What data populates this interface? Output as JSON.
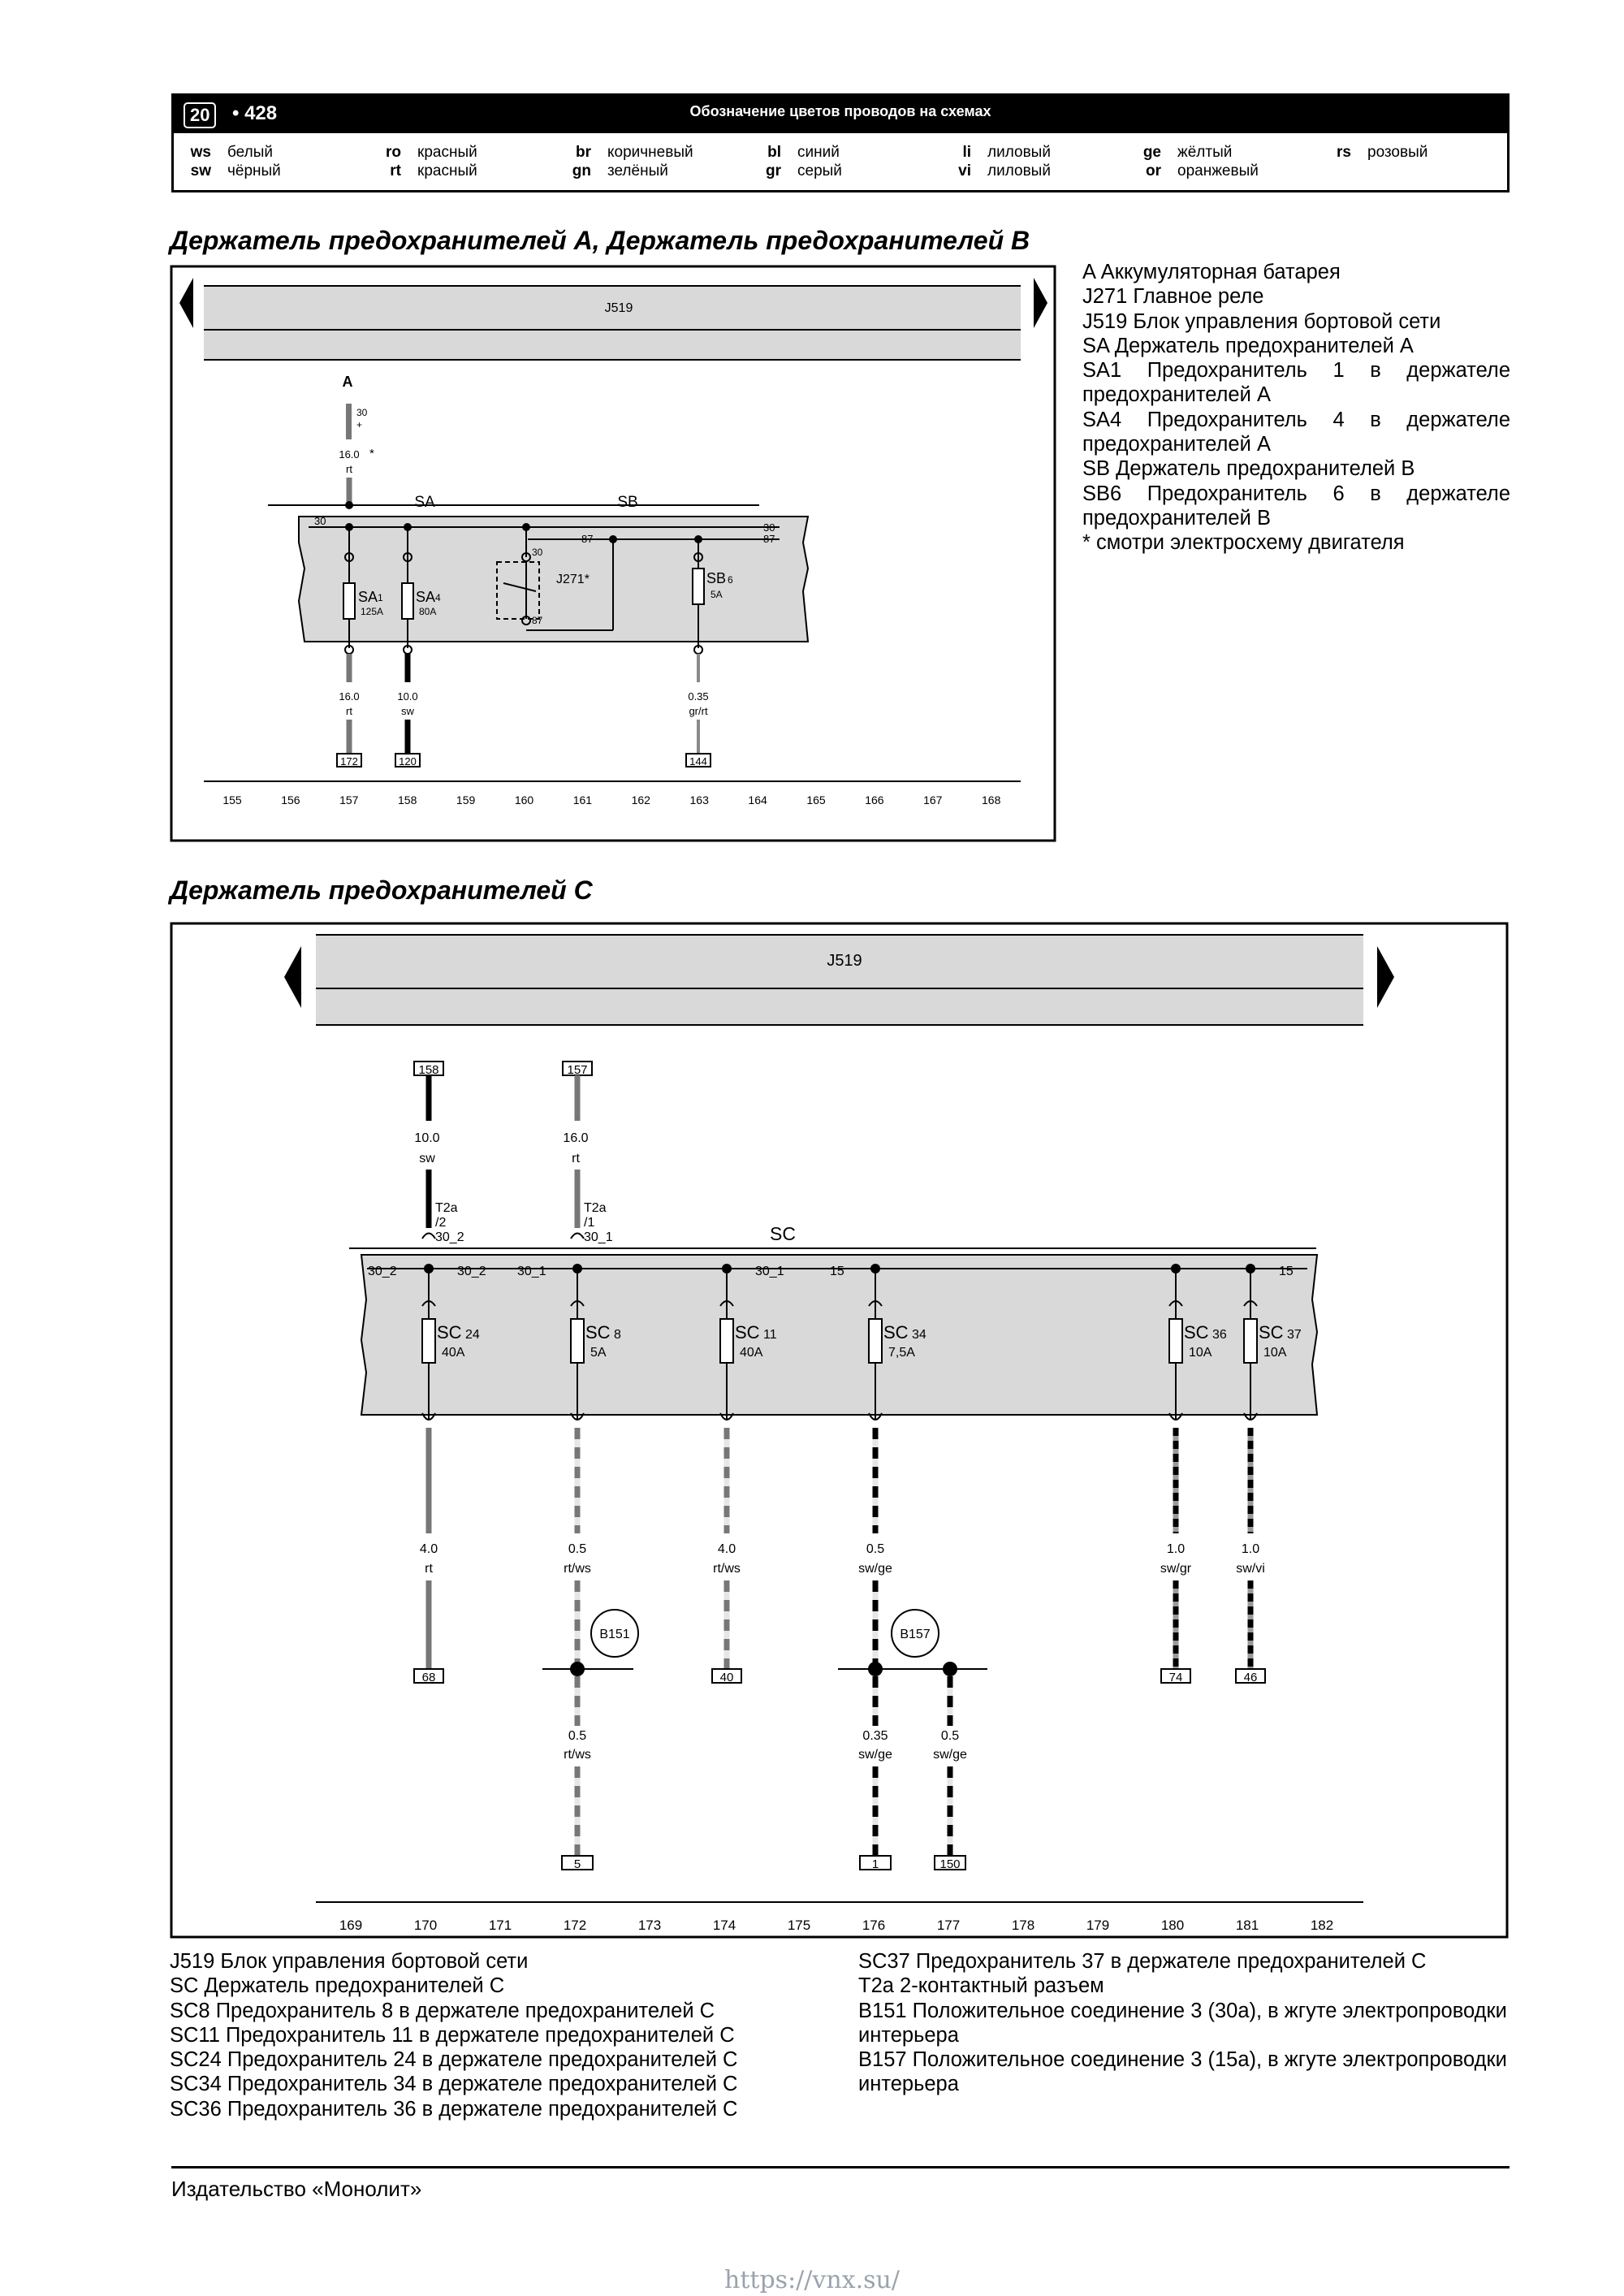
{
  "header": {
    "chapter": "20",
    "page": "• 428",
    "title": "Обозначение цветов проводов на схемах",
    "color_codes": [
      {
        "code": "ws",
        "name": "белый"
      },
      {
        "code": "sw",
        "name": "чёрный"
      },
      {
        "code": "ro",
        "name": "красный"
      },
      {
        "code": "rt",
        "name": "красный"
      },
      {
        "code": "br",
        "name": "коричневый"
      },
      {
        "code": "gn",
        "name": "зелёный"
      },
      {
        "code": "bl",
        "name": "синий"
      },
      {
        "code": "gr",
        "name": "серый"
      },
      {
        "code": "li",
        "name": "лиловый"
      },
      {
        "code": "vi",
        "name": "лиловый"
      },
      {
        "code": "ge",
        "name": "жёлтый"
      },
      {
        "code": "or",
        "name": "оранжевый"
      },
      {
        "code": "rs",
        "name": "розовый"
      }
    ]
  },
  "section_ab": {
    "title": "Держатель предохранителей A, Держатель предохранителей B",
    "unit_label": "J519",
    "battery_label": "A",
    "battery_terminal": "30",
    "battery_plus": "+",
    "top_wire": {
      "size": "16.0",
      "color": "rt",
      "note": "*"
    },
    "holder_labels": {
      "sa": "SA",
      "sb": "SB"
    },
    "terminals": {
      "left_30": "30",
      "right_30": "30",
      "right_87": "87",
      "mid_87": "87",
      "relay_30": "30",
      "relay_87": "87"
    },
    "relay_label": "J271*",
    "fuses": [
      {
        "name": "SA",
        "num": "1",
        "rating": "125A"
      },
      {
        "name": "SA",
        "num": "4",
        "rating": "80A"
      },
      {
        "name": "SB",
        "num": "6",
        "rating": "5A"
      }
    ],
    "bottom_wires": [
      {
        "size": "16.0",
        "color": "rt",
        "ref": "172"
      },
      {
        "size": "10.0",
        "color": "sw",
        "ref": "120"
      },
      {
        "size": "0.35",
        "color": "gr/rt",
        "ref": "144"
      }
    ],
    "track_numbers": [
      "155",
      "156",
      "157",
      "158",
      "159",
      "160",
      "161",
      "162",
      "163",
      "164",
      "165",
      "166",
      "167",
      "168"
    ]
  },
  "legend_ab": [
    "A Аккумуляторная батарея",
    "J271 Главное реле",
    "J519 Блок управления бортовой сети",
    "SA Держатель предохранителей A",
    "SA1 Предохранитель 1 в держателе предохранителей A",
    "SA4 Предохранитель 4 в держателе предохранителей A",
    "SB Держатель предохранителей B",
    "SB6 Предохранитель 6 в держателе предохранителей B",
    "* смотри электросхему двигателя"
  ],
  "section_c": {
    "title": "Держатель предохранителей C",
    "unit_label": "J519",
    "holder_label": "SC",
    "top_refs": [
      {
        "ref": "158",
        "size": "10.0",
        "color": "sw",
        "connector": "T2a",
        "pin": "/2",
        "terminal": "30_2"
      },
      {
        "ref": "157",
        "size": "16.0",
        "color": "rt",
        "connector": "T2a",
        "pin": "/1",
        "terminal": "30_1"
      }
    ],
    "bus_labels": [
      "30_2",
      "30_2",
      "30_1",
      "30_1",
      "15",
      "15"
    ],
    "fuses": [
      {
        "name": "SC",
        "num": "24",
        "rating": "40A"
      },
      {
        "name": "SC",
        "num": "8",
        "rating": "5A"
      },
      {
        "name": "SC",
        "num": "11",
        "rating": "40A"
      },
      {
        "name": "SC",
        "num": "34",
        "rating": "7,5A"
      },
      {
        "name": "SC",
        "num": "36",
        "rating": "10A"
      },
      {
        "name": "SC",
        "num": "37",
        "rating": "10A"
      }
    ],
    "out_wires": [
      {
        "size": "4.0",
        "color": "rt",
        "ref": "68"
      },
      {
        "size": "0.5",
        "color": "rt/ws"
      },
      {
        "size": "4.0",
        "color": "rt/ws",
        "ref": "40"
      },
      {
        "size": "0.5",
        "color": "sw/ge"
      },
      {
        "size": "1.0",
        "color": "sw/gr",
        "ref": "74"
      },
      {
        "size": "1.0",
        "color": "sw/vi",
        "ref": "46"
      }
    ],
    "splices": [
      "B151",
      "B157"
    ],
    "lower_wires": [
      {
        "size": "0.5",
        "color": "rt/ws",
        "ref": "5"
      },
      {
        "size": "0.35",
        "color": "sw/ge",
        "ref": "1"
      },
      {
        "size": "0.5",
        "color": "sw/ge",
        "ref": "150"
      }
    ],
    "track_numbers": [
      "169",
      "170",
      "171",
      "172",
      "173",
      "174",
      "175",
      "176",
      "177",
      "178",
      "179",
      "180",
      "181",
      "182"
    ]
  },
  "legend_c_left": [
    "J519 Блок управления бортовой сети",
    "SC Держатель предохранителей C",
    "SC8 Предохранитель 8 в держателе предохранителей C",
    "SC11 Предохранитель 11 в держателе предохранителей C",
    "SC24 Предохранитель 24 в держателе предохранителей C",
    "SC34 Предохранитель 34 в держателе предохранителей C",
    "SC36 Предохранитель 36 в держателе предохранителей C"
  ],
  "legend_c_right": [
    "SC37 Предохранитель 37 в держателе предохранителей C",
    "T2a 2-контактный разъем",
    "B151 Положительное соединение 3 (30a), в жгуте электропроводки интерьера",
    "B157 Положительное соединение 3 (15a), в жгуте электропроводки интерьера"
  ],
  "footer": {
    "publisher": "Издательство «Монолит»",
    "url": "https://vnx.su/"
  }
}
